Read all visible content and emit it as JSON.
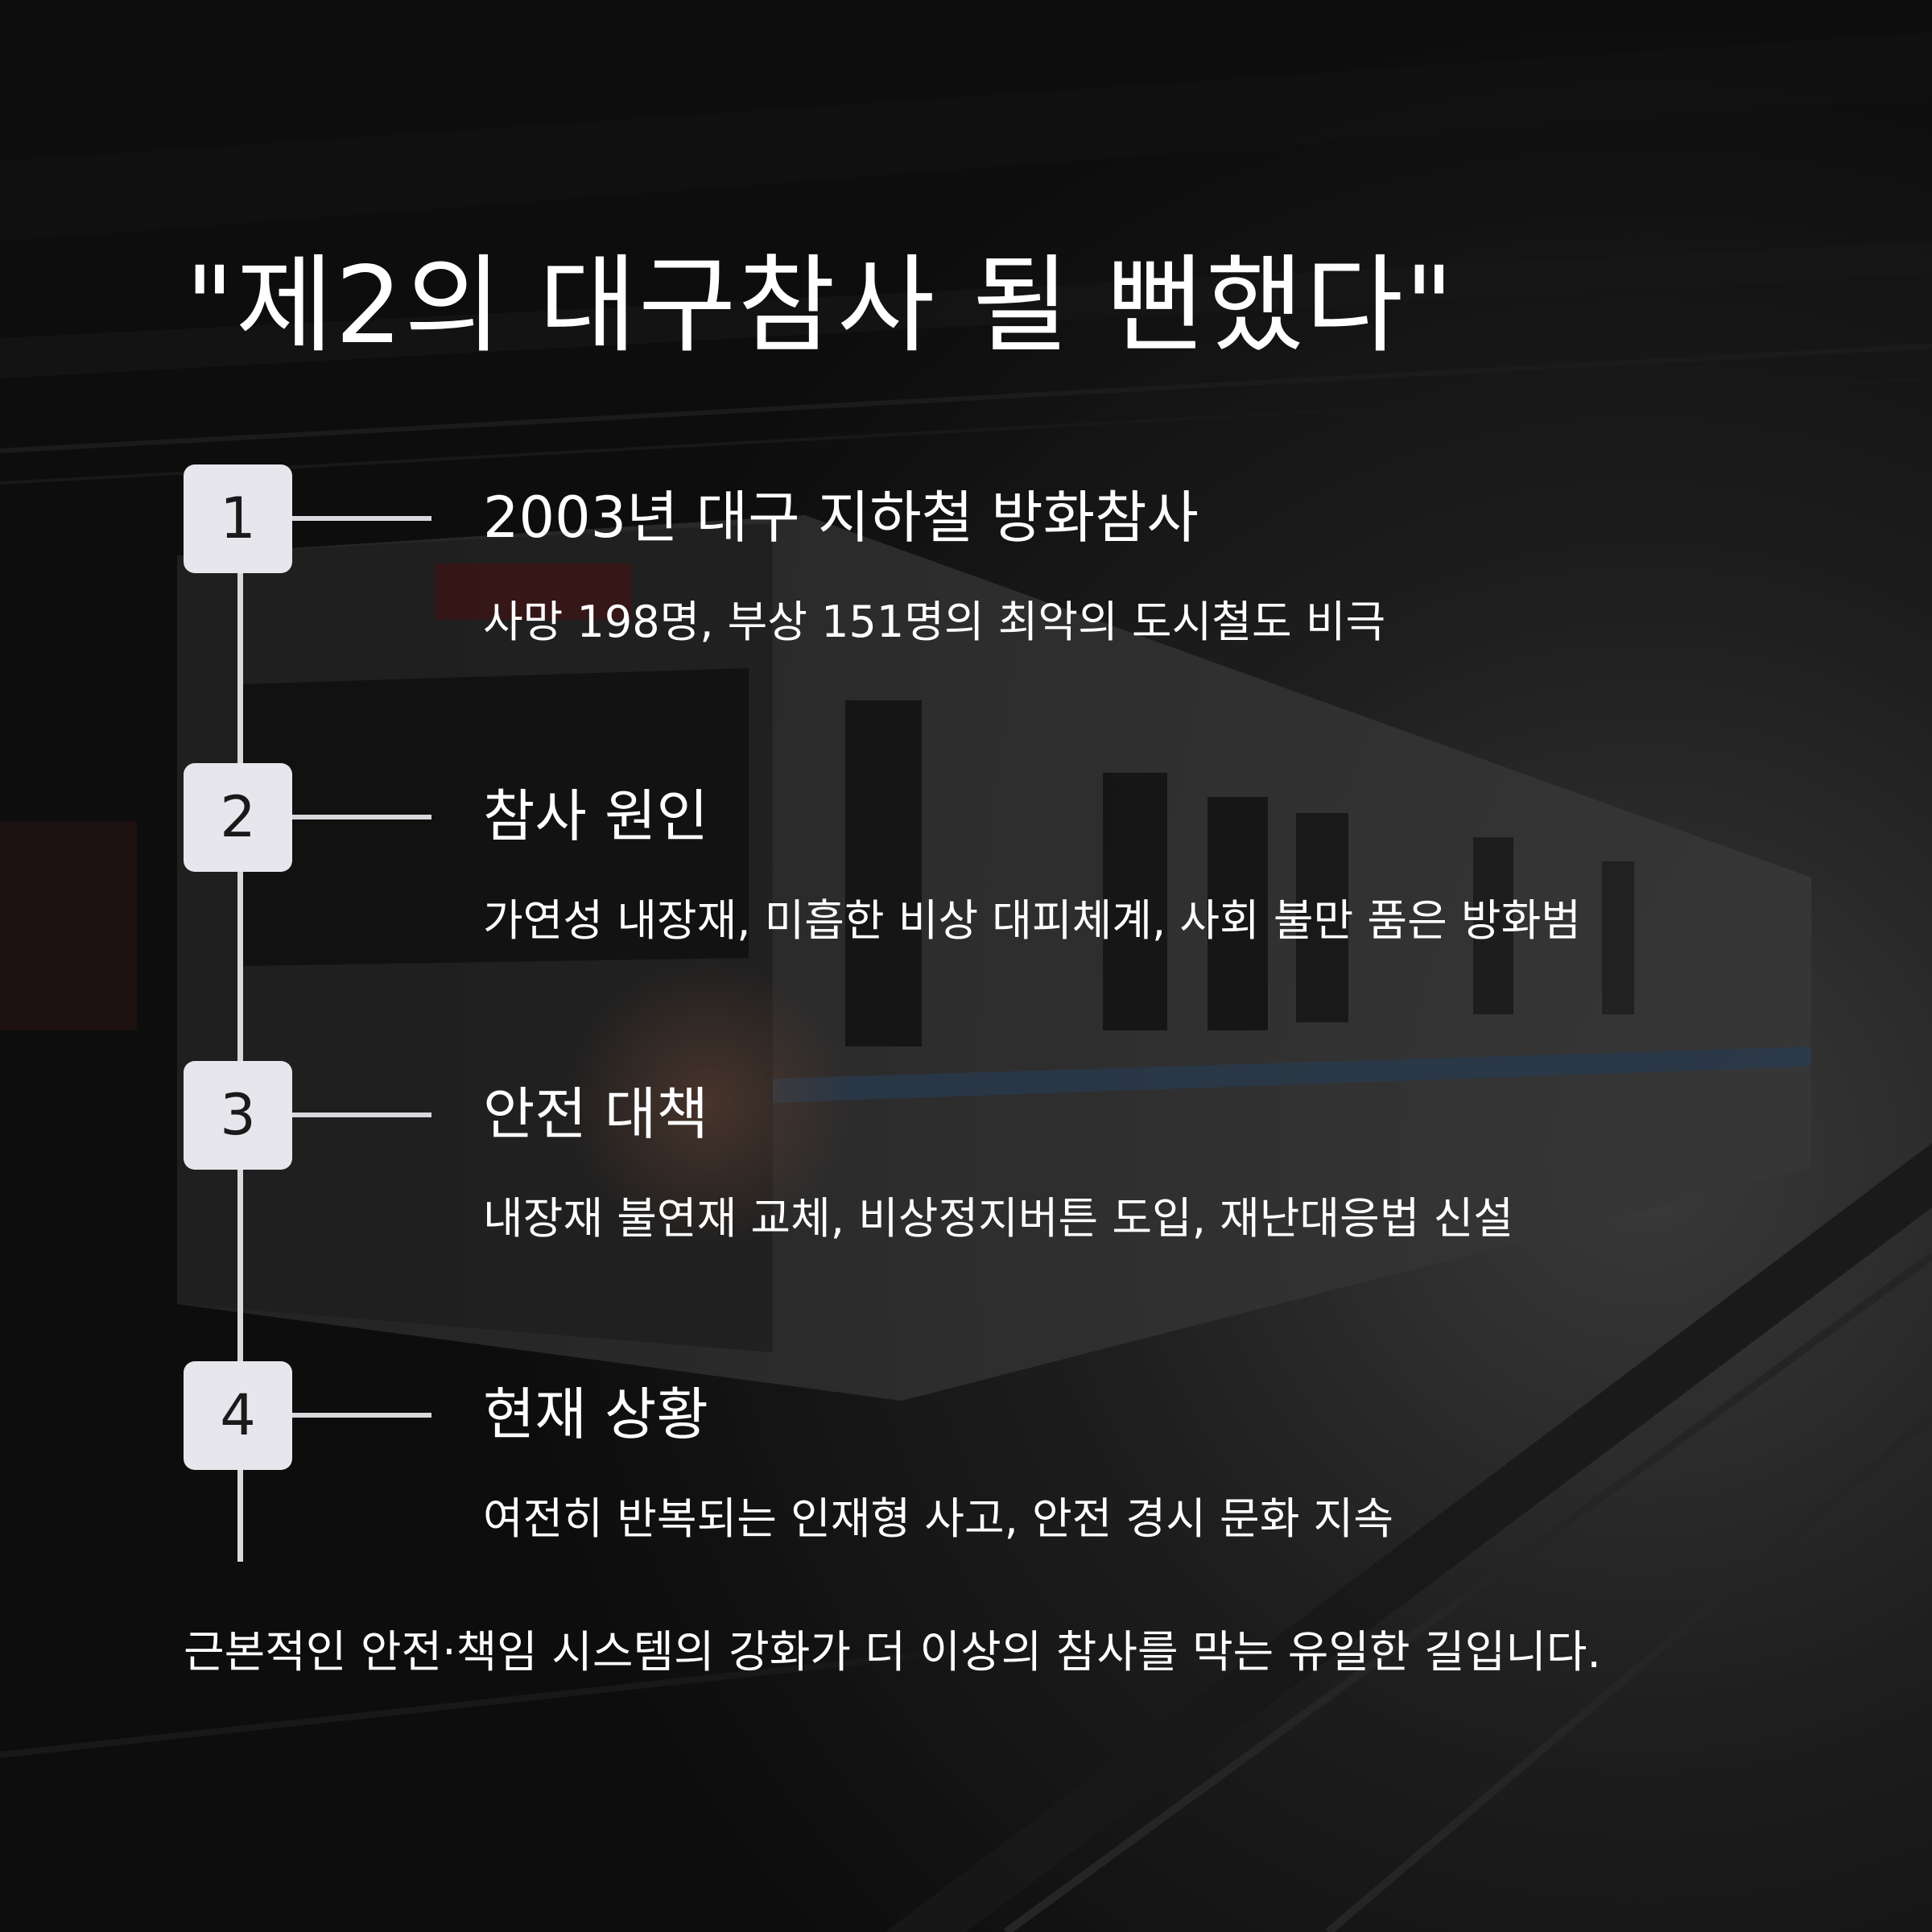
{
  "title": "\"제2의 대구참사 될 뻔했다\"",
  "steps": [
    {
      "number": "1",
      "heading": "2003년 대구 지하철 방화참사",
      "description": "사망 198명, 부상 151명의 최악의 도시철도 비극"
    },
    {
      "number": "2",
      "heading": "참사 원인",
      "description": "가연성 내장재, 미흡한 비상 대피체계, 사회 불만 품은 방화범"
    },
    {
      "number": "3",
      "heading": "안전 대책",
      "description": "내장재 불연재 교체, 비상정지버튼 도입, 재난대응법 신설"
    },
    {
      "number": "4",
      "heading": "현재 상황",
      "description": "여전히 반복되는 인재형 사고, 안전 경시 문화 지속"
    }
  ],
  "footer": "근본적인 안전·책임 시스템의 강화가 더 이상의 참사를 막는 유일한 길입니다."
}
